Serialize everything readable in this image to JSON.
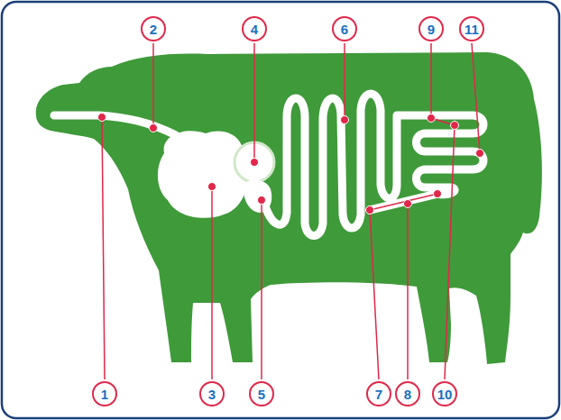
{
  "diagram": {
    "nodes": [
      {
        "text": [
          "2"
        ]
      },
      {
        "text": [
          "4"
        ]
      },
      {
        "text": [
          "6"
        ]
      },
      {
        "text": [
          "9"
        ]
      },
      {
        "text": [
          "11"
        ]
      },
      {
        "text": [
          "1"
        ]
      },
      {
        "text": [
          "3"
        ]
      },
      {
        "text": [
          "5"
        ]
      },
      {
        "text": [
          "7"
        ]
      },
      {
        "text": [
          "8"
        ]
      },
      {
        "text": [
          "10"
        ]
      }
    ]
  }
}
